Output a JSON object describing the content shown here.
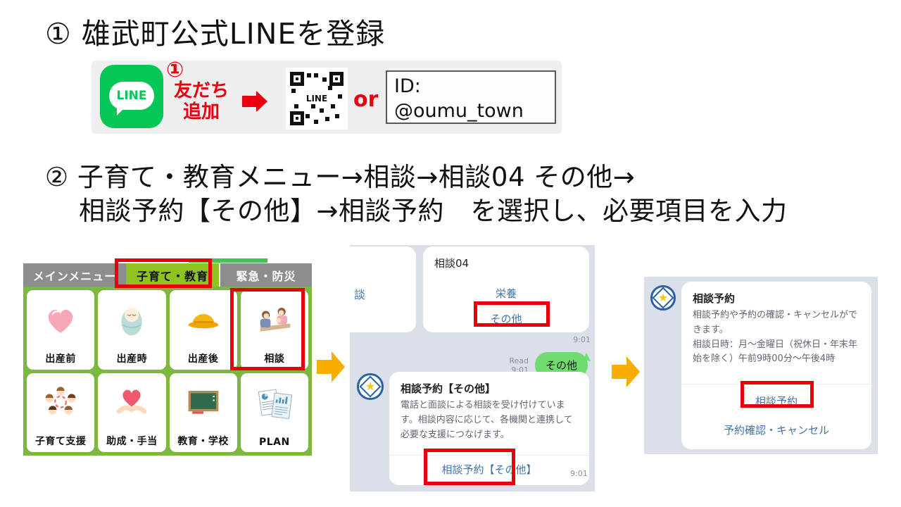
{
  "colors": {
    "accent_red": "#E8000D",
    "line_green": "#06C755",
    "tab_active_green": "#8FC31F",
    "menu_bg_green": "#7CB83F",
    "chat_bg": "#DBDFE8",
    "link_blue": "#4273A8",
    "bubble_green": "#6FDC6F",
    "arrow_yellow": "#F9AC00"
  },
  "step1": {
    "title": "① 雄武町公式LINEを登録"
  },
  "banner": {
    "line_logo": "LINE",
    "badge": "①",
    "friend_line1": "友だち",
    "friend_line2": "追加",
    "qr_center_label": "LINE",
    "or": "or",
    "id_label": "ID:",
    "id_value": "@oumu_town"
  },
  "step2": {
    "line1": "② 子育て・教育メニュー→相談→相談04 その他→",
    "line2": "相談予約【その他】→相談予約　を選択し、必要項目を入力"
  },
  "menu": {
    "tabs": [
      {
        "label": "メインメニュー"
      },
      {
        "label": "子育て・教育"
      },
      {
        "label": "緊急・防災"
      }
    ],
    "cards": [
      {
        "label": "出産前",
        "icon": "heart-icon"
      },
      {
        "label": "出産時",
        "icon": "newborn-icon"
      },
      {
        "label": "出産後",
        "icon": "school-hat-icon"
      },
      {
        "label": "相談",
        "icon": "consultation-icon"
      },
      {
        "label": "子育て支援",
        "icon": "family-circle-icon"
      },
      {
        "label": "助成・手当",
        "icon": "hands-heart-icon"
      },
      {
        "label": "教育・学校",
        "icon": "blackboard-icon"
      },
      {
        "label": "PLAN",
        "icon": "documents-icon"
      }
    ]
  },
  "chat": {
    "partial_link": "談",
    "card_title": "相談04",
    "link_nutrition": "栄養",
    "link_other": "その他",
    "time1": "9:01",
    "read_label": "Read",
    "read_time": "9:01",
    "user_bubble": "その他",
    "bot": {
      "title": "相談予約【その他】",
      "body": "電話と面談による相談を受け付けています。相談内容に応じて、各機関と連携して必要な支援につなげます。",
      "action": "相談予約【その他】"
    },
    "time2": "9:01"
  },
  "reserve": {
    "title": "相談予約",
    "body1": "相談予約や予約の確認・キャンセルができます。",
    "body2": "相談日時：月～金曜日（祝休日・年末年始を除く）午前9時00分～午後4時",
    "action1": "相談予約",
    "action2": "予約確認・キャンセル"
  }
}
